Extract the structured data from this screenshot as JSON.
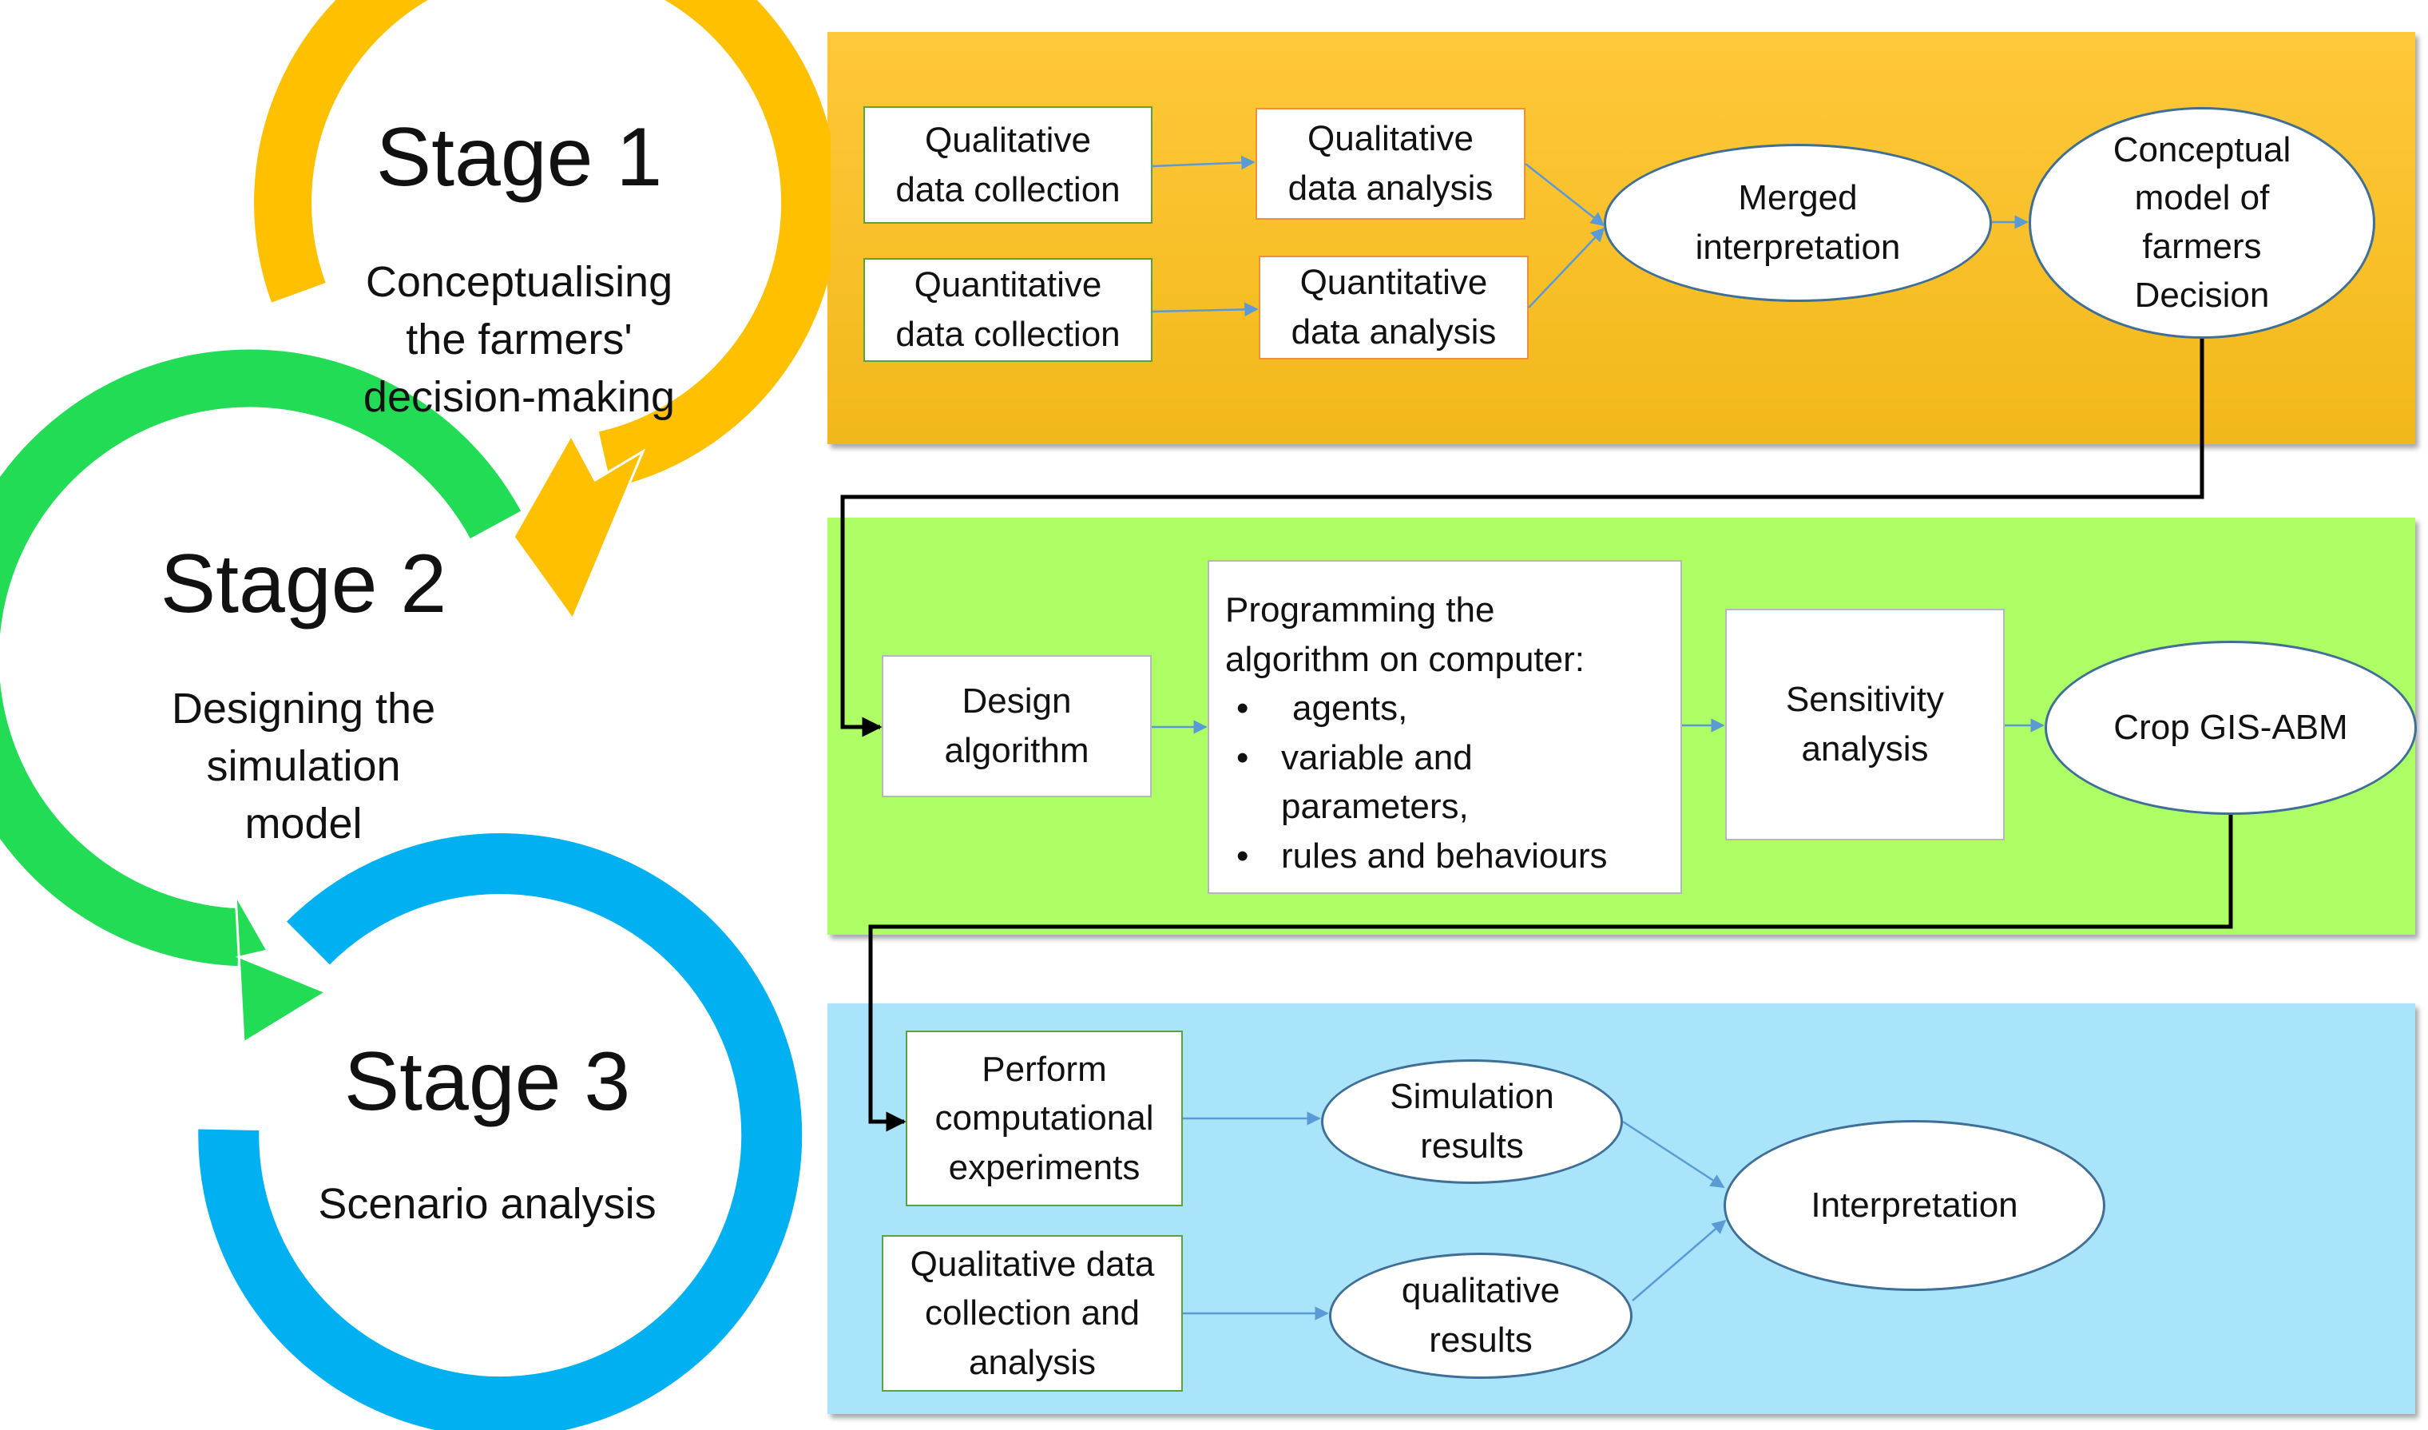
{
  "colors": {
    "stage1_arc": "#ffc000",
    "stage2_arc": "#22dc55",
    "stage3_arc": "#00b0f0",
    "panel_stage1": "#f7bd22",
    "panel_stage2": "#aefe66",
    "panel_stage3": "#a9e4fb",
    "connector": "#000000",
    "arrow": "#5b9bd5"
  },
  "stages": [
    {
      "title": "Stage 1",
      "subtitle_lines": [
        "Conceptualising",
        "the farmers'",
        "decision-making"
      ]
    },
    {
      "title": "Stage 2",
      "subtitle_lines": [
        "Designing the",
        "simulation",
        "model"
      ]
    },
    {
      "title": "Stage 3",
      "subtitle_lines": [
        "Scenario analysis"
      ]
    }
  ],
  "stage1_panel": {
    "qual_collection": [
      "Qualitative",
      "data collection"
    ],
    "quant_collection": [
      "Quantitative",
      "data collection"
    ],
    "qual_analysis": [
      "Qualitative",
      "data analysis"
    ],
    "quant_analysis": [
      "Quantitative",
      "data analysis"
    ],
    "merged": [
      "Merged",
      "interpretation"
    ],
    "conceptual_model": [
      "Conceptual",
      "model of",
      "farmers",
      "Decision"
    ]
  },
  "stage2_panel": {
    "design": [
      "Design",
      "algorithm"
    ],
    "programming_heading": [
      "Programming the",
      "algorithm on computer:"
    ],
    "programming_bullets": [
      [
        "agents,"
      ],
      [
        "variable and",
        "parameters,"
      ],
      [
        "rules and behaviours"
      ]
    ],
    "sensitivity": [
      "Sensitivity",
      "analysis"
    ],
    "crop_model": [
      "Crop GIS-ABM"
    ]
  },
  "stage3_panel": {
    "experiments": [
      "Perform",
      "computational",
      "experiments"
    ],
    "qual_collection_analysis": [
      "Qualitative data",
      "collection and",
      "analysis"
    ],
    "simulation_results": [
      "Simulation",
      "results"
    ],
    "qualitative_results": [
      "qualitative",
      "results"
    ],
    "interpretation": [
      "Interpretation"
    ]
  }
}
